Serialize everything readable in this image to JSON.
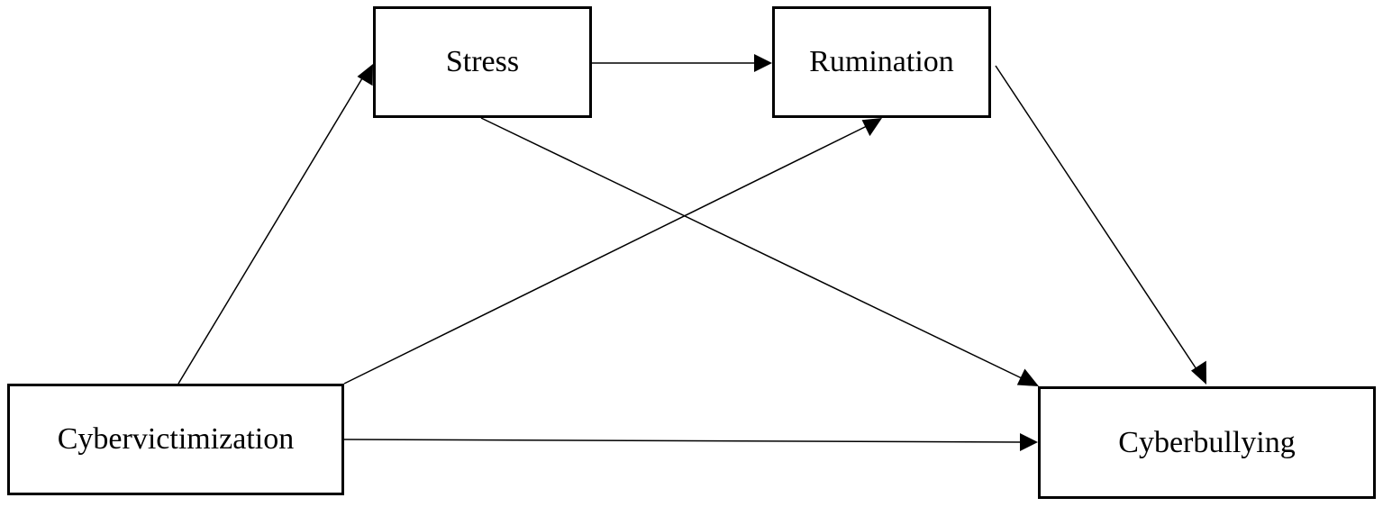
{
  "nodes": {
    "stress": "Stress",
    "rumination": "Rumination",
    "cybervictimization": "Cybervictimization",
    "cyberbullying": "Cyberbullying"
  },
  "edges": [
    {
      "from": "Cybervictimization",
      "to": "Stress"
    },
    {
      "from": "Cybervictimization",
      "to": "Rumination"
    },
    {
      "from": "Cybervictimization",
      "to": "Cyberbullying"
    },
    {
      "from": "Stress",
      "to": "Rumination"
    },
    {
      "from": "Stress",
      "to": "Cyberbullying"
    },
    {
      "from": "Rumination",
      "to": "Cyberbullying"
    }
  ],
  "colors": {
    "line": "#000000",
    "box_border": "#000000",
    "background": "#ffffff"
  }
}
